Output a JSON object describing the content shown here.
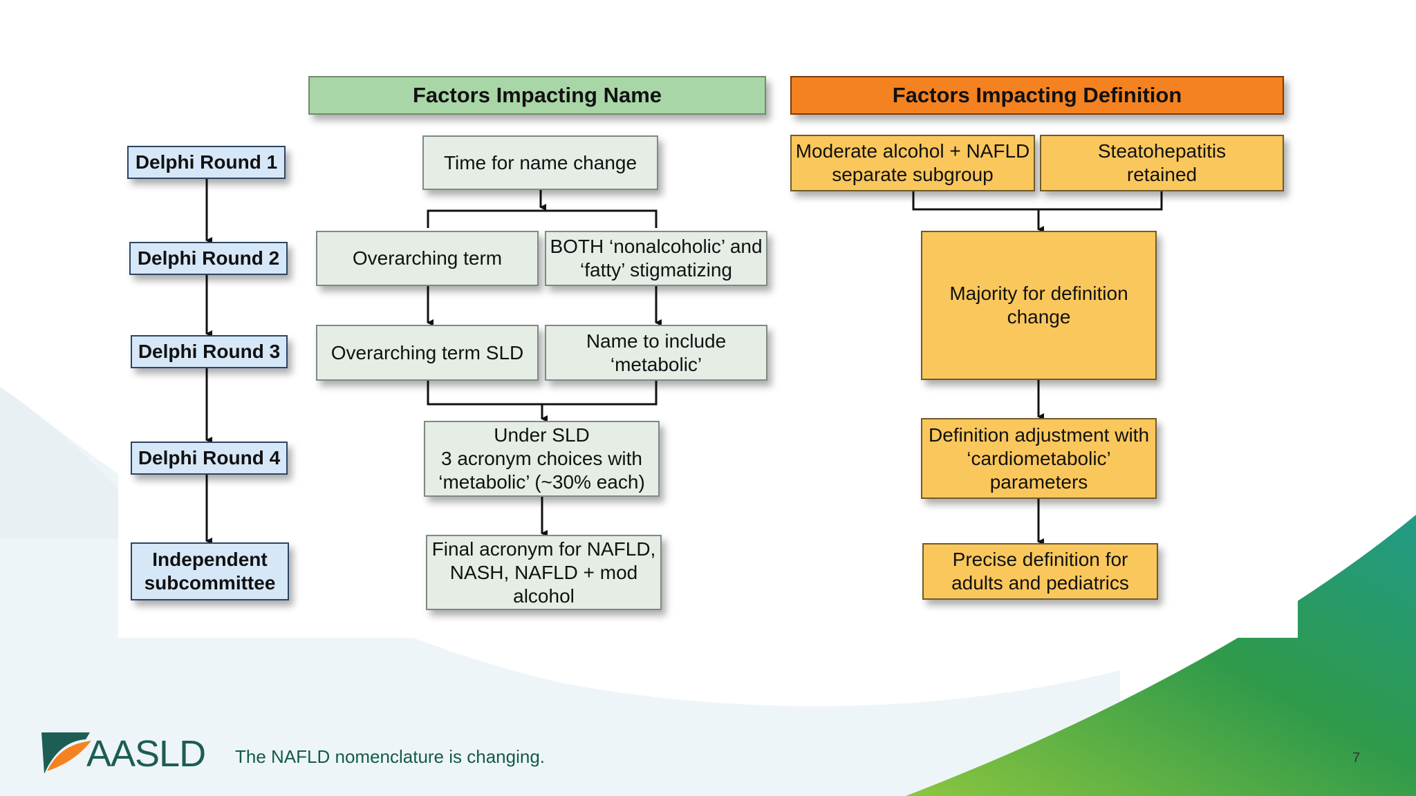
{
  "colors": {
    "header_name_bg": "#a9d6a6",
    "header_definition_bg": "#f58220",
    "round_bg": "#d6e7f8",
    "name_box_bg": "#e5ede5",
    "definition_box_bg": "#fac75c",
    "swoosh_green": "#2f9a4a",
    "brand_teal": "#1d5d54"
  },
  "diagram": {
    "header_name": "Factors Impacting Name",
    "header_definition": "Factors Impacting Definition",
    "rounds": [
      "Delphi Round 1",
      "Delphi Round 2",
      "Delphi Round 3",
      "Delphi Round 4"
    ],
    "subcommittee": [
      "Independent",
      "subcommittee"
    ],
    "name_boxes": {
      "time": "Time for name change",
      "overarching": "Overarching term",
      "both": [
        "BOTH ‘nonalcoholic’ and",
        "‘fatty’ stigmatizing"
      ],
      "sld": "Overarching term SLD",
      "metabolic": [
        "Name to include",
        "‘metabolic’"
      ],
      "under": [
        "Under SLD",
        "3 acronym choices with",
        "‘metabolic’ (~30% each)"
      ],
      "final": [
        "Final acronym for NAFLD,",
        "NASH, NAFLD + mod",
        "alcohol"
      ]
    },
    "definition_boxes": {
      "moderate": [
        "Moderate alcohol + NAFLD",
        "separate subgroup"
      ],
      "steato": [
        "Steatohepatitis",
        "retained"
      ],
      "majority": [
        "Majority for definition",
        "change"
      ],
      "adjust": [
        "Definition adjustment with",
        "‘cardiometabolic’",
        "parameters"
      ],
      "precise": [
        "Precise definition for",
        "adults and pediatrics"
      ]
    }
  },
  "footer": {
    "logo_text": "AASLD",
    "tagline": "The NAFLD nomenclature is changing.",
    "page_number": "7"
  }
}
